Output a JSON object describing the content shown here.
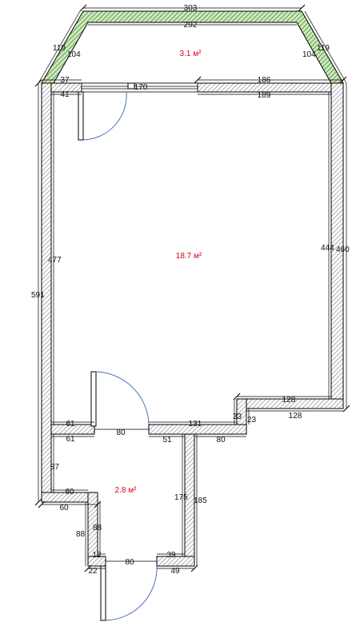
{
  "plan": {
    "areas": {
      "balcony": "3.1 м²",
      "main_room": "18.7 м²",
      "bathroom": "2.8 м²"
    },
    "dimensions": {
      "balcony_outer_top": "303",
      "balcony_inner_top": "292",
      "balcony_left_outer": "119",
      "balcony_left_inner": "104",
      "balcony_right_inner": "104",
      "balcony_right_outer": "119",
      "top_left_outer": "37",
      "top_left_inner": "41",
      "window_width": "170",
      "top_right_outer": "186",
      "top_right_inner": "189",
      "left_inner": "477",
      "left_outer": "591",
      "right_inner": "444",
      "right_outer": "460",
      "step_inner": "128",
      "step_outer": "128",
      "step_height_inner": "33",
      "step_height_outer": "23",
      "hall_left_upper": "61",
      "hall_left_lower": "61",
      "hall_door": "80",
      "hall_right_upper": "131",
      "hall_right_lower_a": "51",
      "hall_right_lower_b": "80",
      "corridor_left": "87",
      "corridor_bottom_inner": "60",
      "corridor_bottom_outer": "60",
      "bath_inner_height": "175",
      "bath_outer_height": "185",
      "entry_left_inner": "88",
      "entry_left_outer": "88",
      "entry_small_inner": "12",
      "entry_small_outer": "22",
      "entry_door": "80",
      "entry_right_inner": "39",
      "entry_right_outer": "49"
    }
  },
  "colors": {
    "area_label": "#d4001a",
    "door_swing": "#3a63b8",
    "balcony_fill": "#3f8f2a",
    "wall_hatch": "#7a7a7a"
  }
}
